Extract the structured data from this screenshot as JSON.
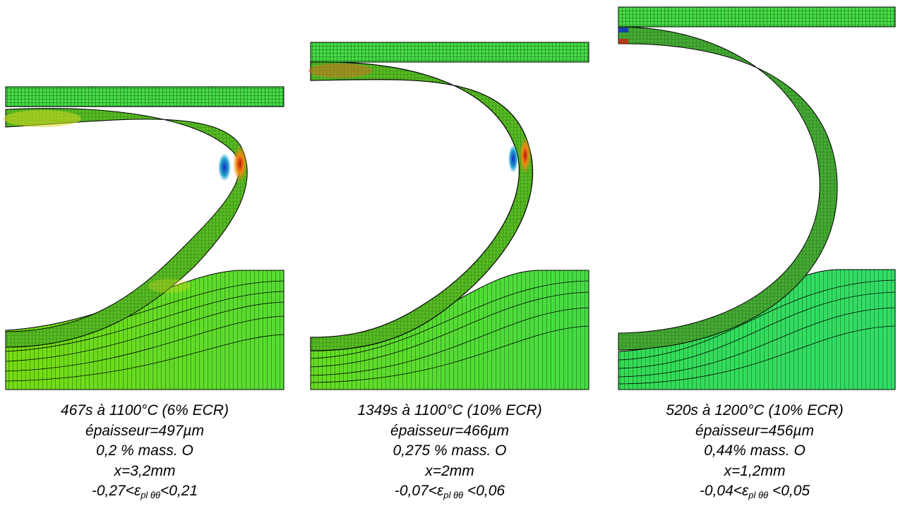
{
  "colors": {
    "mesh_line": "#000000",
    "substrate_fill_1": "#66dd22",
    "substrate_fill_2": "#55d52a",
    "substrate_fill_3": "#33dd55",
    "plate_fill": "#44dd44",
    "tube_base": "#55bb22",
    "hot": "#d02010",
    "orange": "#f08a10",
    "yellow": "#d8d820",
    "cold": "#1030c0",
    "cyan": "#20a0d0"
  },
  "panels": [
    {
      "caption": {
        "line1": "467s à 1100°C (6% ECR)",
        "line2": "épaisseur=497µm",
        "line3": "0,2 % mass. O",
        "line4": "x=3,2mm",
        "strain_min": "-0,27<ε",
        "strain_sub": "pl θθ",
        "strain_max": "<0,21"
      }
    },
    {
      "caption": {
        "line1": "1349s à 1100°C (10% ECR)",
        "line2": "épaisseur=466µm",
        "line3": "0,275 % mass. O",
        "line4": "x=2mm",
        "strain_min": "-0,07<ε",
        "strain_sub": "pl θθ",
        "strain_max": " <0,06"
      }
    },
    {
      "caption": {
        "line1": "520s à 1200°C (10% ECR)",
        "line2": "épaisseur=456µm",
        "line3": "0,44% mass. O",
        "line4": "x=1,2mm",
        "strain_min": "-0,04<ε",
        "strain_sub": "pl θθ",
        "strain_max": " <0,05"
      }
    }
  ]
}
